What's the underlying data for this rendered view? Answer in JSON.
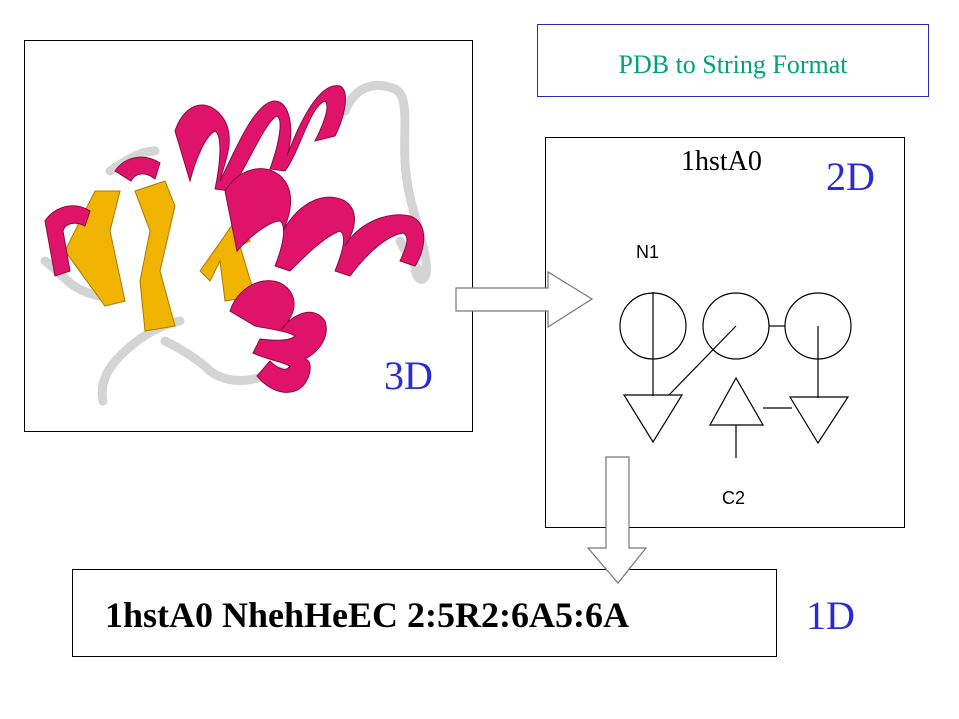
{
  "title": "PDB to String Format",
  "labels": {
    "three_d": "3D",
    "two_d": "2D",
    "one_d": "1D"
  },
  "protein_id": "1hstA0",
  "topology": {
    "n_terminus": "N1",
    "c_terminus": "C2"
  },
  "string_format": "1hstA0 NhehHeEC 2:5R2:6A5:6A",
  "colors": {
    "helix": "#e0136b",
    "strand": "#f0b400",
    "loop": "#d8d8d8",
    "label_blue": "#2b2bd6",
    "title_green": "#00a27a"
  }
}
